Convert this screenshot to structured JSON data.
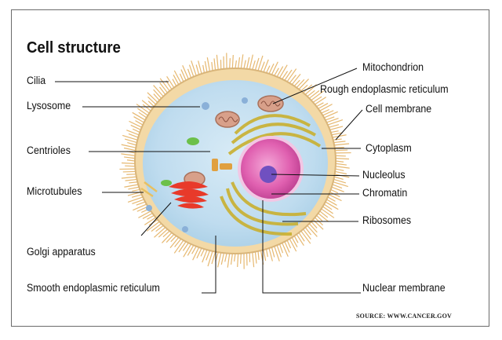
{
  "title": "Cell structure",
  "labels": {
    "cilia": "Cilia",
    "lysosome": "Lysosome",
    "centrioles": "Centrioles",
    "microtubules": "Microtubules",
    "golgi": "Golgi apparatus",
    "smooth_er": "Smooth endoplasmic reticulum",
    "mitochondrion": "Mitochondrion",
    "rough_er": "Rough endoplasmic reticulum",
    "cell_membrane": "Cell membrane",
    "cytoplasm": "Cytoplasm",
    "nucleolus": "Nucleolus",
    "chromatin": "Chromatin",
    "ribosomes": "Ribosomes",
    "nuclear_membrane": "Nuclear membrane"
  },
  "source": "SOURCE: WWW.CANCER.GOV",
  "colors": {
    "cilia": "#e6b870",
    "membrane": "#f3d9a6",
    "cytoplasm": "#c5dff0",
    "nucleus": "#e060b0",
    "nucleolus": "#7050c0",
    "golgi": "#e83a2a",
    "rough_er": "#c9b030",
    "mitochondria": "#c9907a"
  }
}
